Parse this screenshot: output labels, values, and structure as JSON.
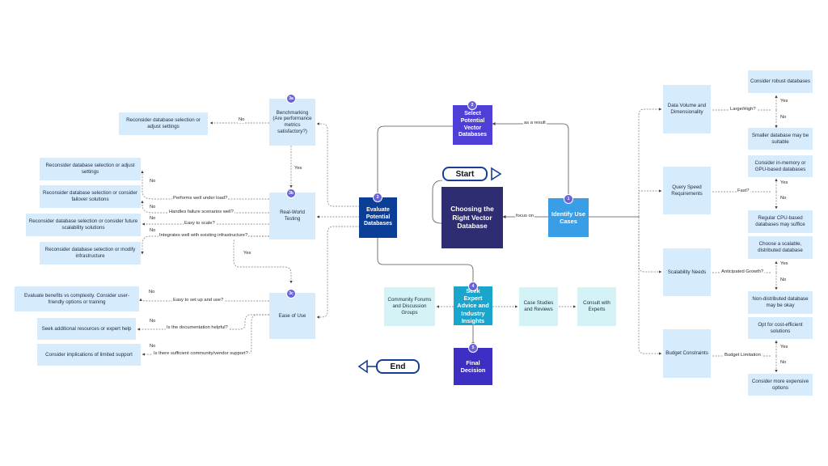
{
  "diagram": {
    "start": "Start",
    "end": "End",
    "center": "Choosing the Right Vector Database",
    "steps": {
      "s1": {
        "num": "1",
        "label": "Identify Use Cases"
      },
      "s2": {
        "num": "2",
        "label": "Select Potential Vector Databases"
      },
      "s3": {
        "num": "3",
        "label": "Evaluate Potential Databases"
      },
      "s4": {
        "num": "4",
        "label": "Seek Expert Advice and Industry Insights"
      },
      "s5": {
        "num": "5",
        "label": "Final Decision"
      },
      "s3a": {
        "num": "3a",
        "label": "Benchmarking (Are performance metrics satisfactory?)"
      },
      "s3b": {
        "num": "3b",
        "label": "Real-World Testing"
      },
      "s3c": {
        "num": "3c",
        "label": "Ease of Use"
      }
    },
    "edges": {
      "focus_on": "focus on",
      "as_a_result": "as a result",
      "yes": "Yes",
      "no": "No"
    },
    "use_cases": [
      {
        "label": "Data Volume and Dimensionality",
        "question": "Large/High?",
        "yes_outcome": "Consider robust databases",
        "no_outcome": "Smaller database may be suitable"
      },
      {
        "label": "Query Speed Requirements",
        "question": "Fast?",
        "yes_outcome": "Consider in-memory or GPU-based databases",
        "no_outcome": "Regular CPU-based databases may suffice"
      },
      {
        "label": "Scalability Needs",
        "question": "Anticipated Growth?",
        "yes_outcome": "Choose a scalable, distributed database",
        "no_outcome": "Non-distributed database may be okay"
      },
      {
        "label": "Budget Constraints",
        "question": "Budget Limitation",
        "yes_outcome": "Opt for cost-efficient solutions",
        "no_outcome": "Consider more expensive options"
      }
    ],
    "benchmark_no": "Reconsider database selection or adjust settings",
    "testing": [
      {
        "question": "Performs well under load?",
        "no_outcome": "Reconsider database selection or adjust settings"
      },
      {
        "question": "Handles failure scenarios well?",
        "no_outcome": "Reconsider database selection or consider failover solutions"
      },
      {
        "question": "Easy to scale?",
        "no_outcome": "Reconsider database selection or consider future scalability solutions"
      },
      {
        "question": "Integrates well with existing infrastructure?",
        "no_outcome": "Reconsider database selection or modify infrastructure"
      }
    ],
    "ease": [
      {
        "question": "Easy to set up and use?",
        "no_outcome": "Evaluate benefits vs complexity. Consider user-friendly options or training"
      },
      {
        "question": "Is the documentation helpful?",
        "no_outcome": "Seek additional resources or expert help"
      },
      {
        "question": "Is there sufficient community/vendor support?",
        "no_outcome": "Consider implications of limited support"
      }
    ],
    "expert_sources": [
      "Community Forums and Discussion Groups",
      "Case Studies and Reviews",
      "Consult with Experts"
    ],
    "colors": {
      "center": "#2f2d72",
      "evaluate": "#0b3f97",
      "identify": "#3a9ee6",
      "select": "#4f3fd6",
      "expert": "#1aa6cc",
      "final": "#3d2ec4",
      "light_box": "#d6ebfb",
      "cyan_box": "#d4f3f6",
      "badge": "#6a63d8"
    }
  }
}
